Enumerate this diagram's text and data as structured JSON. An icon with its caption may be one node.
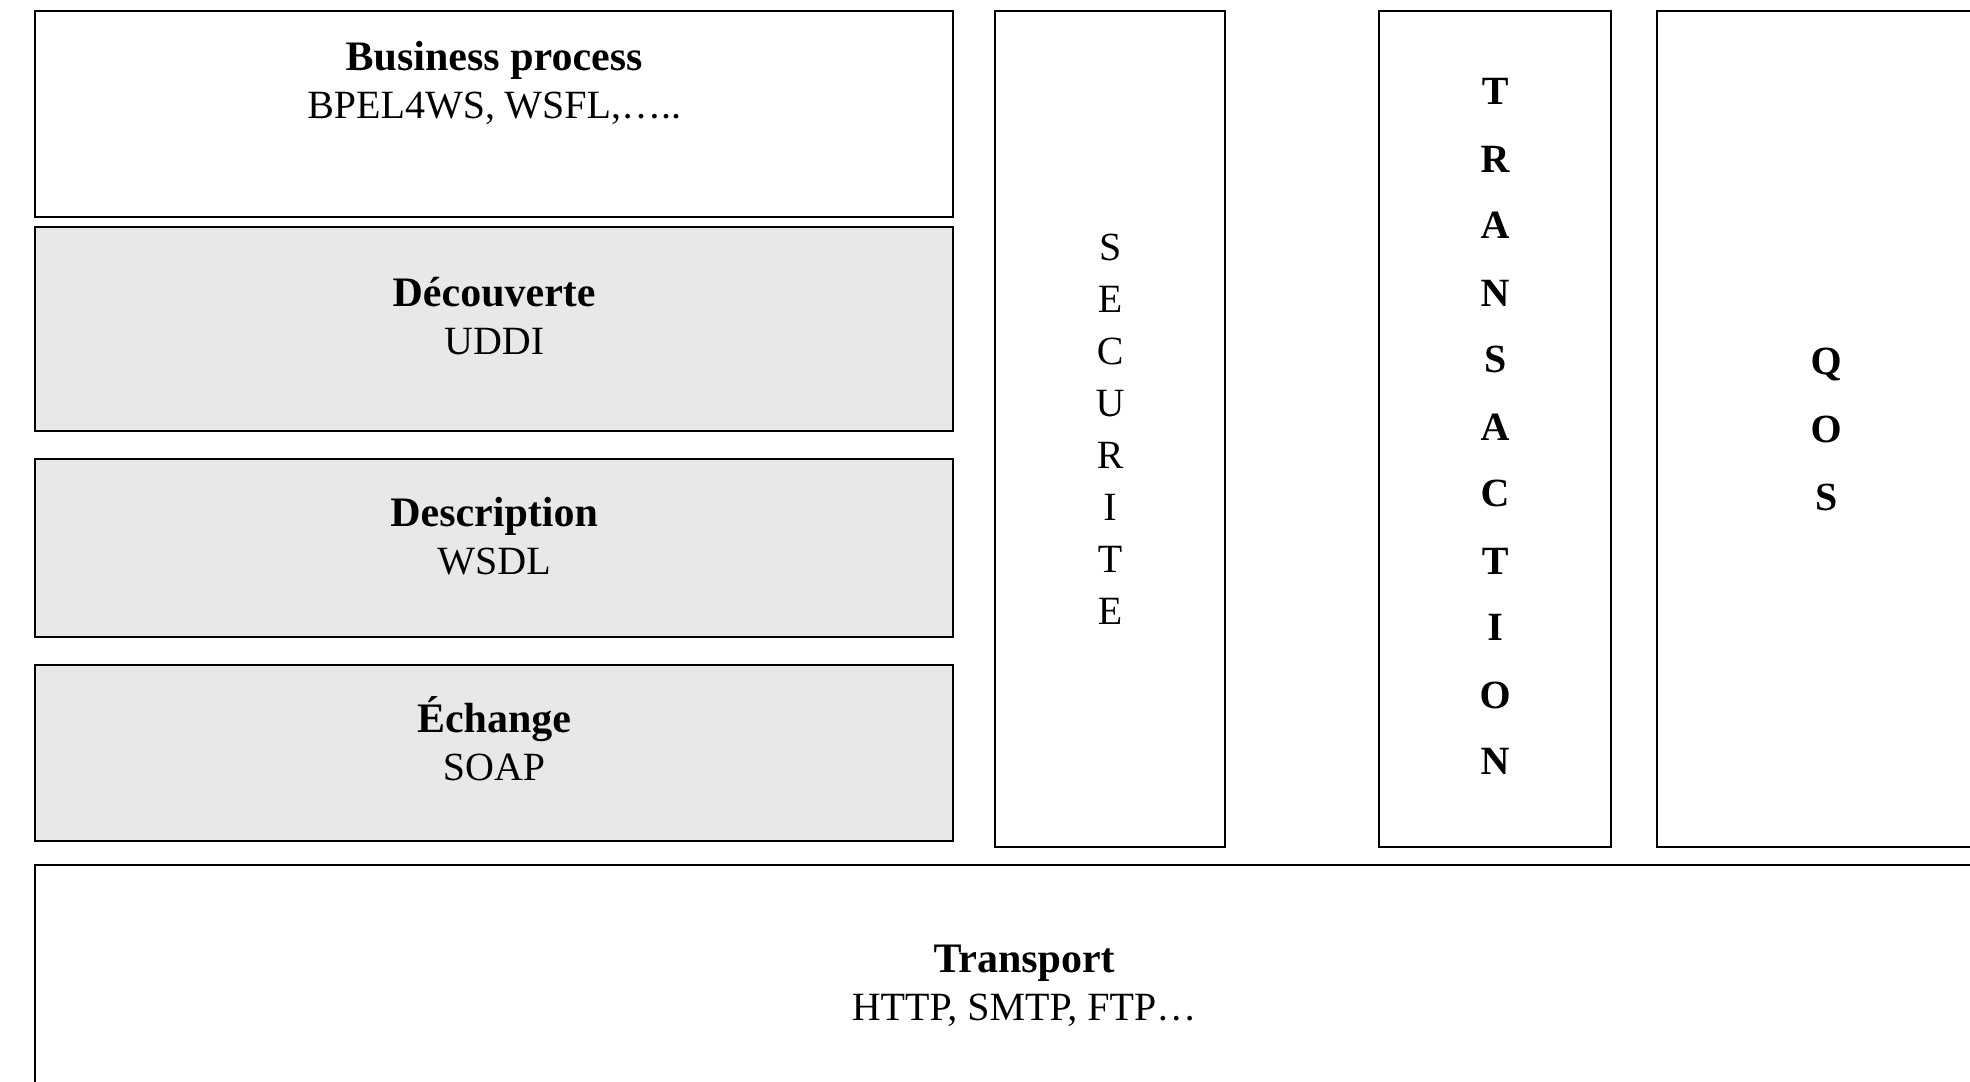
{
  "diagram": {
    "nodes": [
      {
        "text": [
          "Business process",
          "BPEL4WS, WSFL,….."
        ]
      },
      {
        "text": [
          "Découverte",
          "UDDI"
        ]
      },
      {
        "text": [
          "Description",
          "WSDL"
        ]
      },
      {
        "text": [
          "Échange",
          "SOAP"
        ]
      },
      {
        "text": [
          "S E C U R I T E"
        ]
      },
      {
        "text": [
          "T R A N S A C T I O N"
        ]
      },
      {
        "text": [
          "Q O S"
        ]
      },
      {
        "text": [
          "Transport",
          "HTTP, SMTP, FTP…"
        ]
      }
    ]
  }
}
